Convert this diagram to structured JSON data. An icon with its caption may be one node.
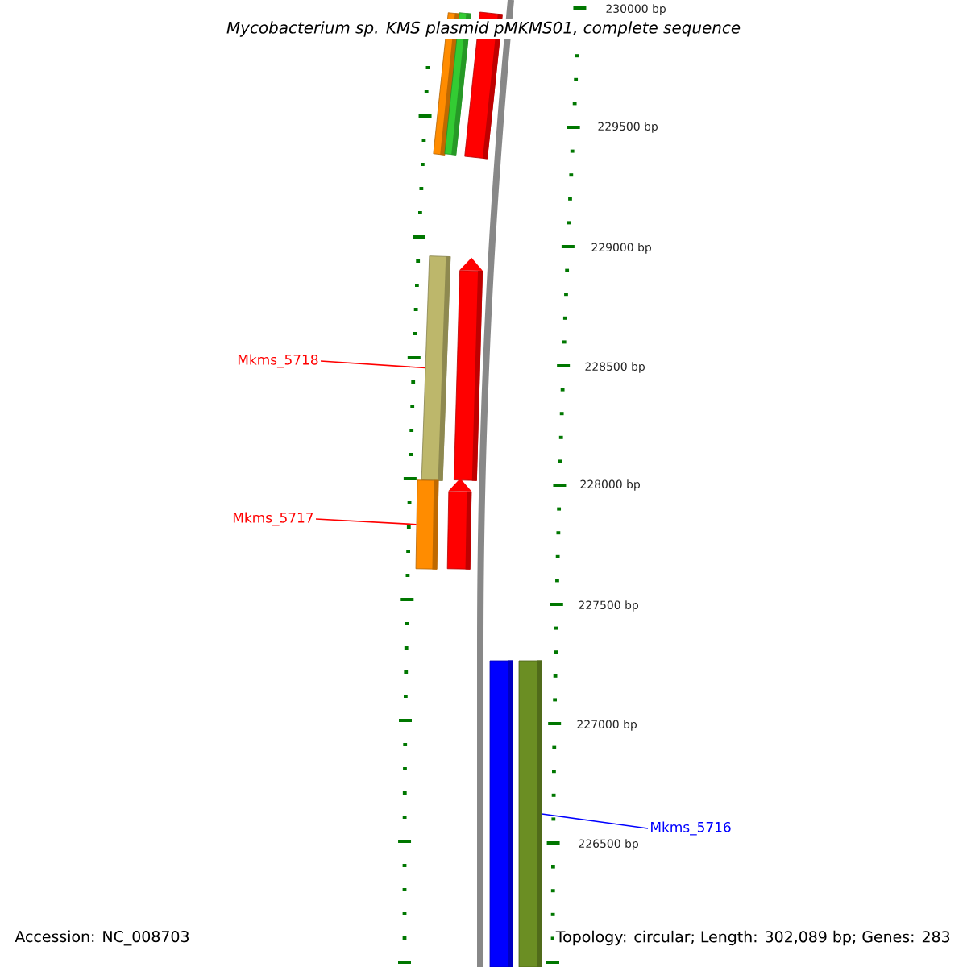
{
  "diagram": {
    "title": "Mycobacterium sp. KMS plasmid pMKMS01, complete sequence",
    "nodes": [
      {
        "text": [],
        "shape": "bar"
      },
      {
        "text": [],
        "shape": "bar"
      },
      {
        "text": [],
        "shape": "bar"
      },
      {
        "text": [
          "Mkms_5718"
        ]
      },
      {
        "text": [],
        "shape": "bar"
      },
      {
        "text": [],
        "shape": "arrow"
      },
      {
        "text": [
          "Mkms_5717"
        ]
      },
      {
        "text": [],
        "shape": "bar"
      },
      {
        "text": [],
        "shape": "arrow"
      },
      {
        "text": [],
        "shape": "bar"
      },
      {
        "text": [],
        "shape": "bar"
      },
      {
        "text": [
          "Mkms_5716"
        ]
      }
    ],
    "edges": [
      {
        "from": 3,
        "to": 4,
        "arrow": "none"
      },
      {
        "from": 6,
        "to": 7,
        "arrow": "none"
      },
      {
        "from": 11,
        "to": 10,
        "arrow": "none",
        "color": "#0000ff"
      }
    ],
    "labels": [
      "230000 bp",
      "229500 bp",
      "229000 bp",
      "228500 bp",
      "228000 bp",
      "227500 bp",
      "227000 bp",
      "226500 bp",
      "Accession: NC_008703",
      "Topology: circular; Length: 302,089 bp; Genes: 283"
    ]
  }
}
